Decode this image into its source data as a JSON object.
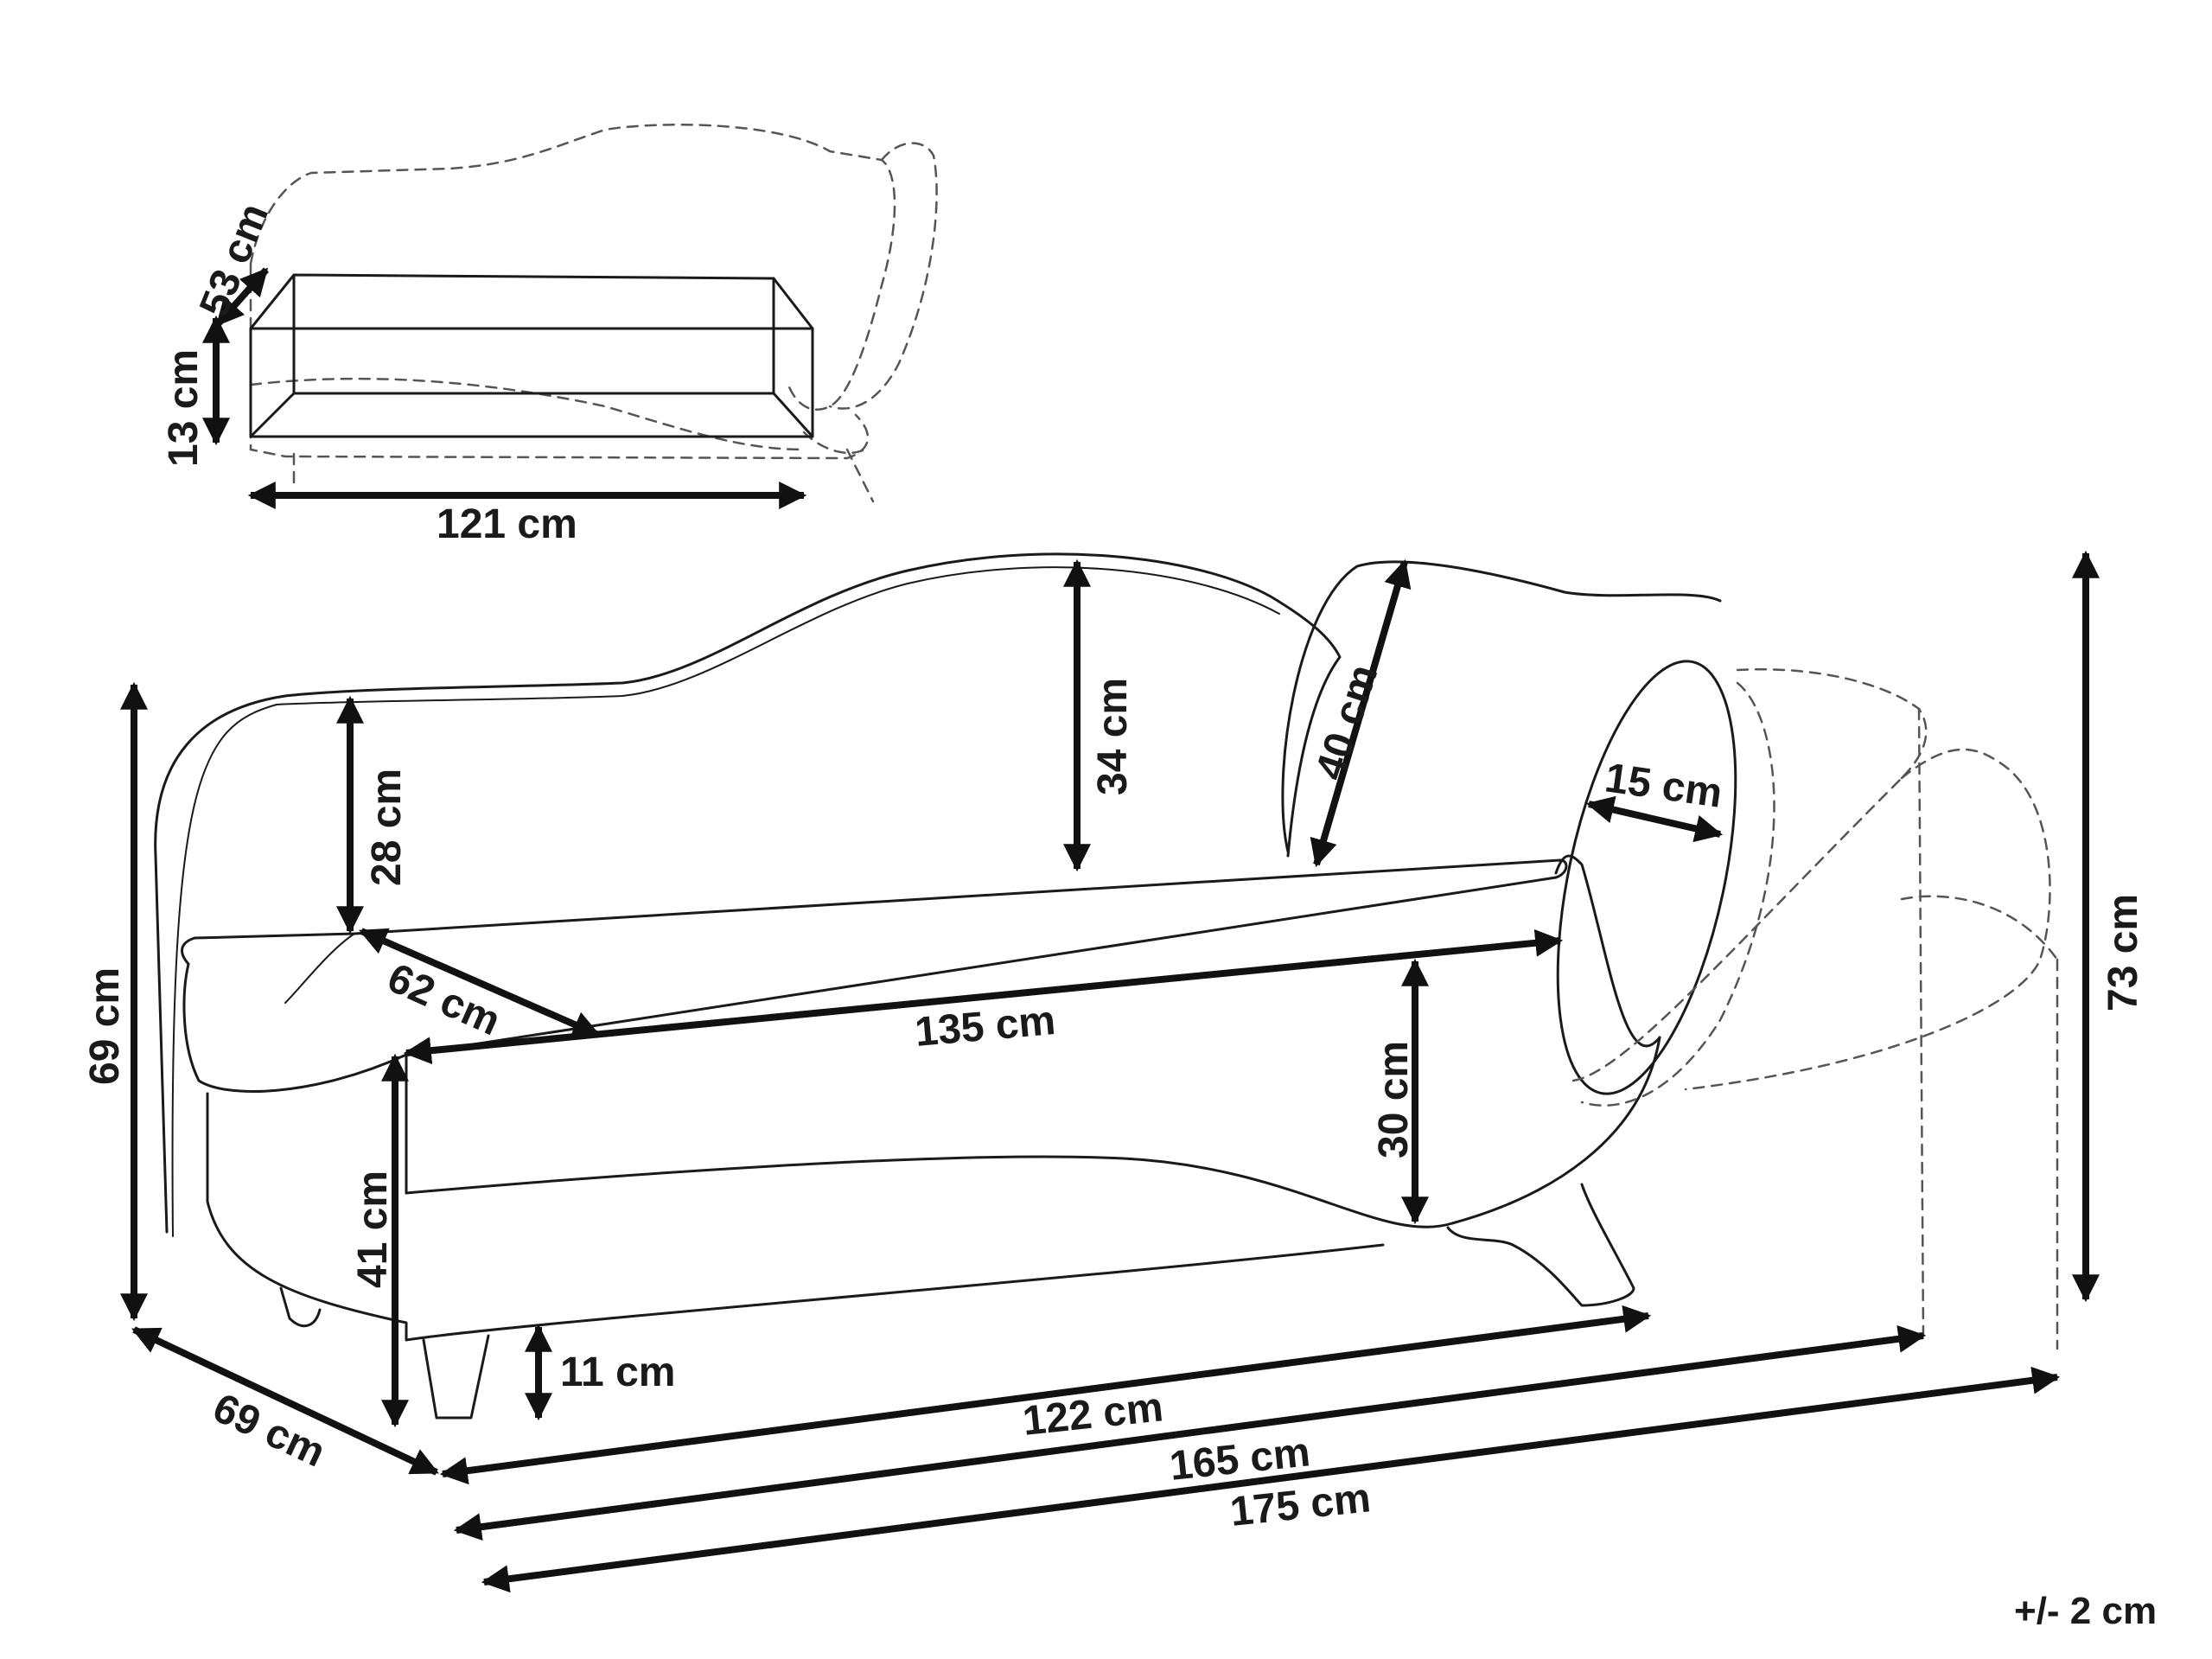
{
  "drawing": {
    "storage_box": {
      "depth": "53 cm",
      "height": "13 cm",
      "width": "121 cm"
    },
    "chaise": {
      "overall_height": "69 cm",
      "depth": "69 cm",
      "backrest_height": "28 cm",
      "seat_depth": "62 cm",
      "back_height_above_seat": "34 cm",
      "seat_length": "135 cm",
      "seat_height": "41 cm",
      "leg_height": "11 cm",
      "base_length": "122 cm",
      "length_without_cushion": "165 cm",
      "overall_length": "175 cm",
      "cushion_diameter": "40 cm",
      "cushion_width": "15 cm",
      "headrest_height": "30 cm",
      "height_with_cushion": "73 cm"
    },
    "tolerance": "+/- 2 cm"
  }
}
